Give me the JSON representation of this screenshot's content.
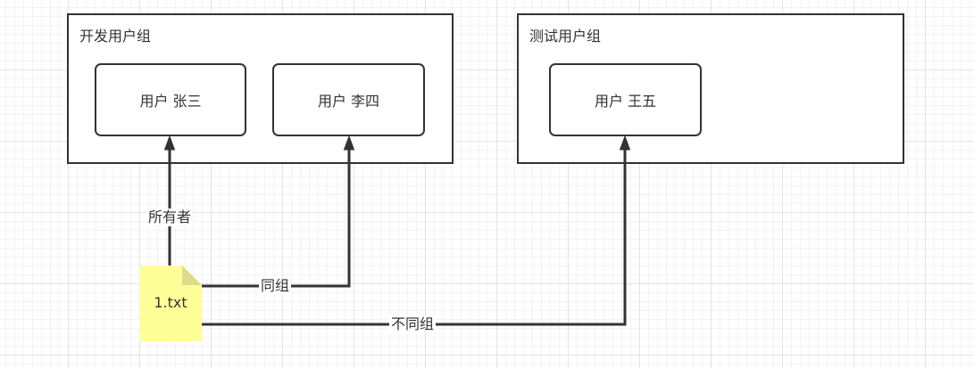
{
  "groups": {
    "dev": {
      "title": "开发用户组",
      "users": [
        "用户 张三",
        "用户 李四"
      ]
    },
    "test": {
      "title": "测试用户组",
      "users": [
        "用户 王五"
      ]
    }
  },
  "file": {
    "name": "1.txt"
  },
  "edges": {
    "owner": "所有者",
    "same_group": "同组",
    "other_group": "不同组"
  },
  "colors": {
    "stroke": "#333333",
    "note_fill": "#ffff99",
    "note_fold": "#dcdc8c",
    "grid": "#e4e4e4"
  }
}
